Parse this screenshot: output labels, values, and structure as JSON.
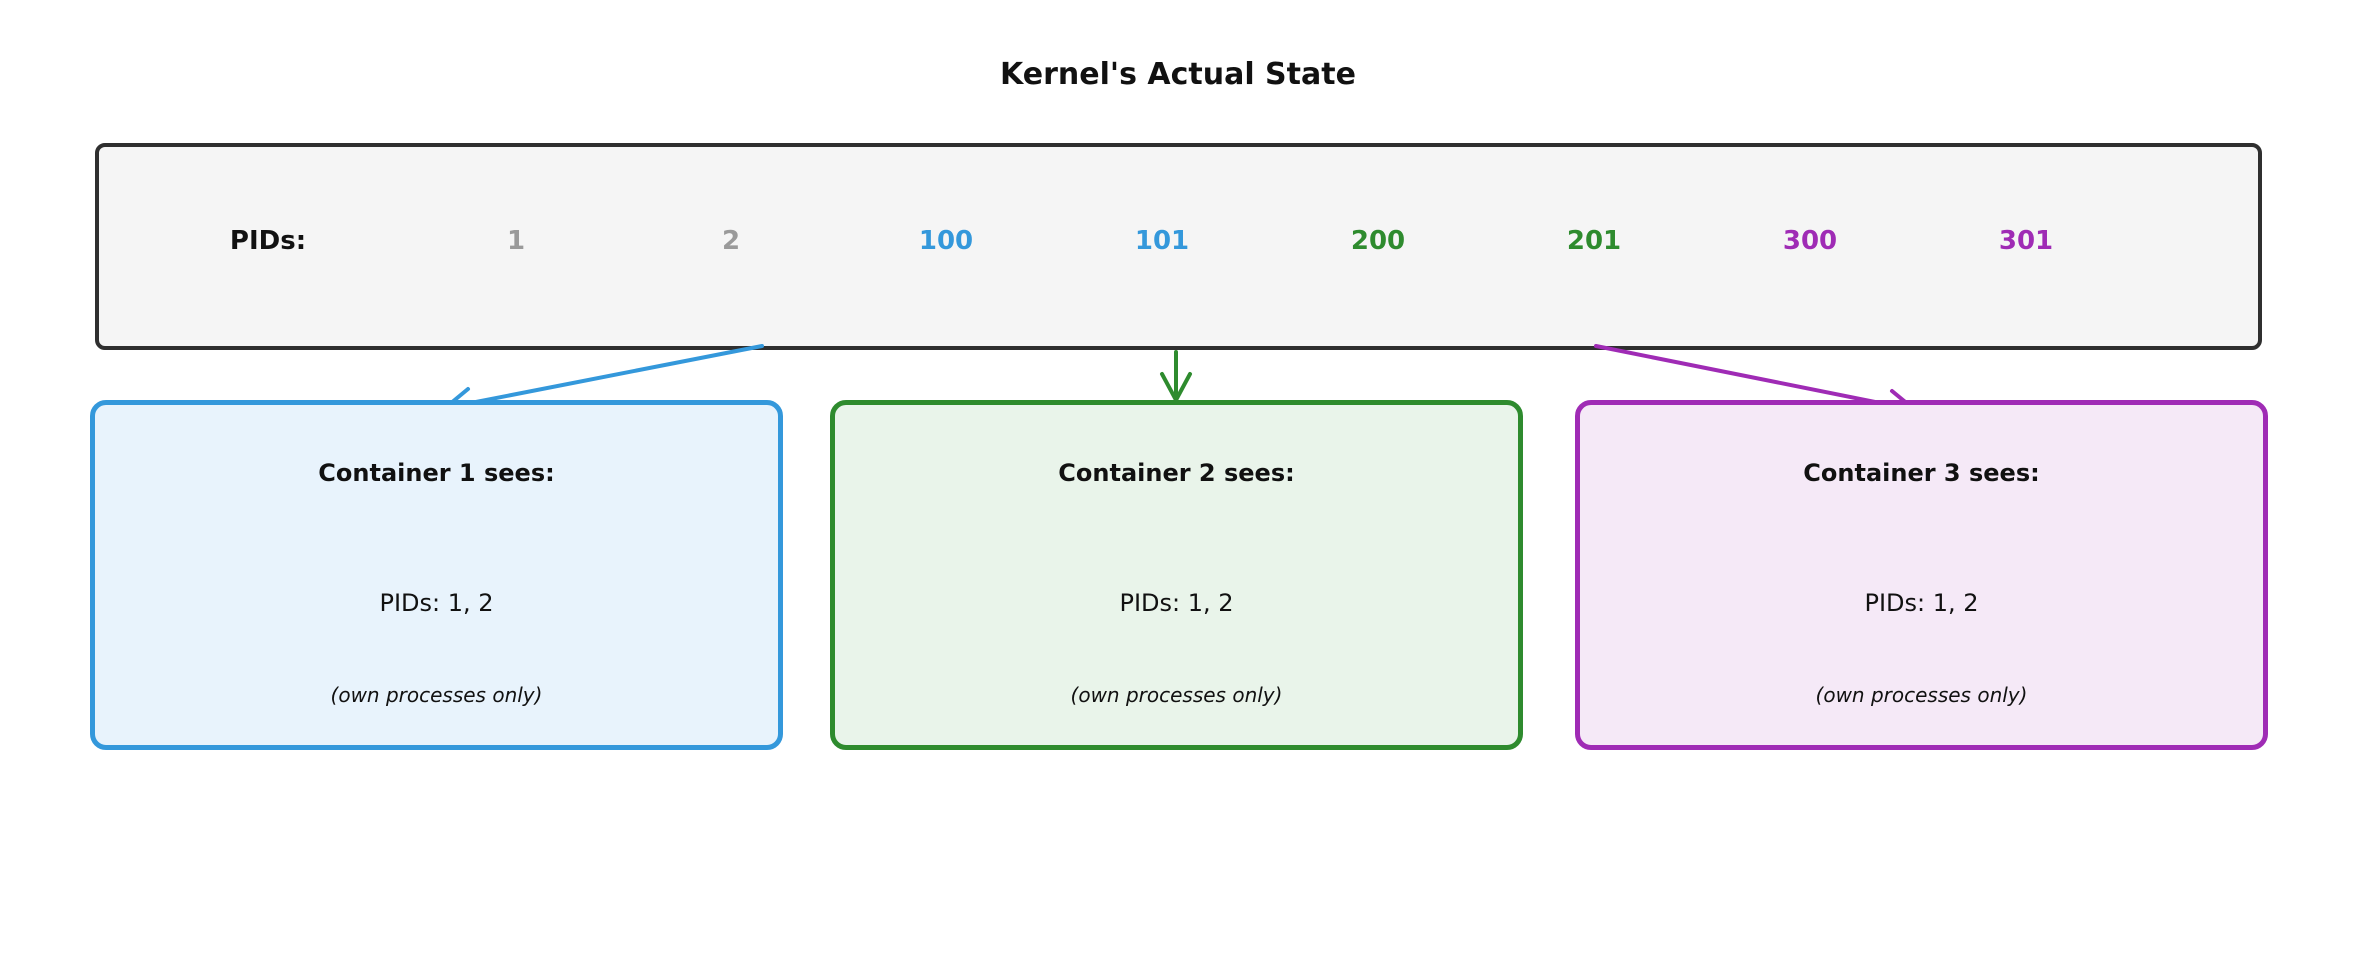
{
  "title": "Kernel's Actual State",
  "kernel_box": {
    "label": "PIDs:",
    "fill": "#f5f5f5",
    "border": "#2f2f2f",
    "pids": [
      {
        "value": "1",
        "color": "#9a9a9a"
      },
      {
        "value": "2",
        "color": "#9a9a9a"
      },
      {
        "value": "100",
        "color": "#3498db"
      },
      {
        "value": "101",
        "color": "#3498db"
      },
      {
        "value": "200",
        "color": "#2e8b2e"
      },
      {
        "value": "201",
        "color": "#2e8b2e"
      },
      {
        "value": "300",
        "color": "#9f2bb5"
      },
      {
        "value": "301",
        "color": "#9f2bb5"
      }
    ]
  },
  "containers": [
    {
      "title": "Container 1 sees:",
      "pids": "PIDs: 1, 2",
      "note": "(own processes only)",
      "accent": "#3498db",
      "fill": "#e8f3fc"
    },
    {
      "title": "Container 2 sees:",
      "pids": "PIDs: 1, 2",
      "note": "(own processes only)",
      "accent": "#2e8b2e",
      "fill": "#e9f4ea"
    },
    {
      "title": "Container 3 sees:",
      "pids": "PIDs: 1, 2",
      "note": "(own processes only)",
      "accent": "#9f2bb5",
      "fill": "#f5e9f7"
    }
  ]
}
